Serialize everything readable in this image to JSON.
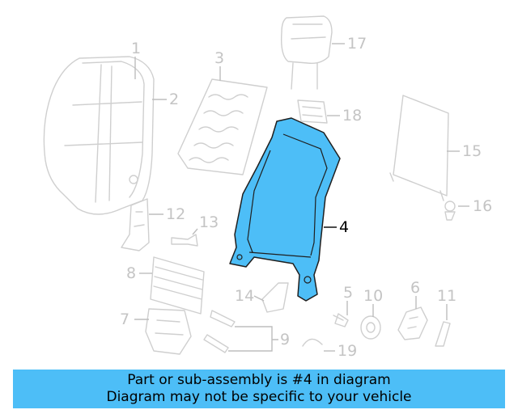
{
  "callouts": {
    "c1": "1",
    "c2": "2",
    "c3": "3",
    "c4": "4",
    "c5": "5",
    "c6": "6",
    "c7": "7",
    "c8": "8",
    "c9": "9",
    "c10": "10",
    "c11": "11",
    "c12": "12",
    "c13": "13",
    "c14": "14",
    "c15": "15",
    "c16": "16",
    "c17": "17",
    "c18": "18",
    "c19": "19"
  },
  "highlight": {
    "part": "4",
    "color": "#4dbef7"
  },
  "banner": {
    "line1": "Part or sub-assembly is #4 in diagram",
    "line2": "Diagram may not be specific to your vehicle"
  }
}
